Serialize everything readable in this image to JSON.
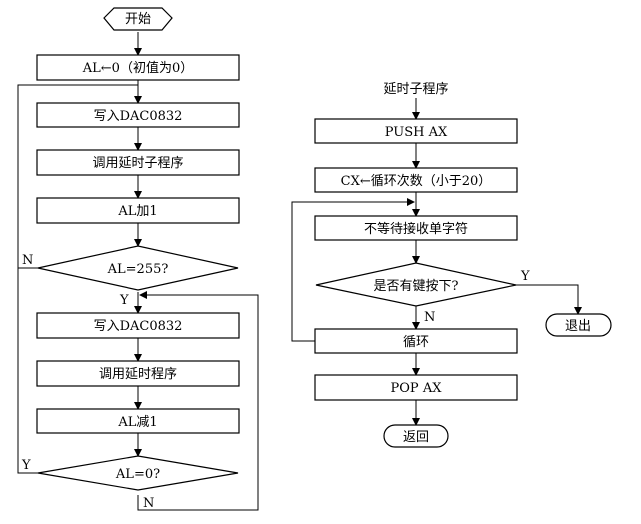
{
  "main_flow": {
    "start": "开始",
    "init": "AL←0（初值为0）",
    "write1": "写入DAC0832",
    "call_delay1": "调用延时子程序",
    "inc": "AL加1",
    "check_255": "AL=255?",
    "write2": "写入DAC0832",
    "call_delay2": "调用延时程序",
    "dec": "AL减1",
    "check_0": "AL=0?",
    "label_n1": "N",
    "label_y1": "Y",
    "label_y2": "Y",
    "label_n2": "N"
  },
  "delay_flow": {
    "title": "延时子程序",
    "push": "PUSH AX",
    "set_cx": "CX←循环次数（小于20）",
    "wait_char": "不等待接收单字符",
    "check_key": "是否有键按下?",
    "label_y": "Y",
    "label_n": "N",
    "exit": "退出",
    "loop": "循环",
    "pop": "POP AX",
    "return": "返回"
  }
}
